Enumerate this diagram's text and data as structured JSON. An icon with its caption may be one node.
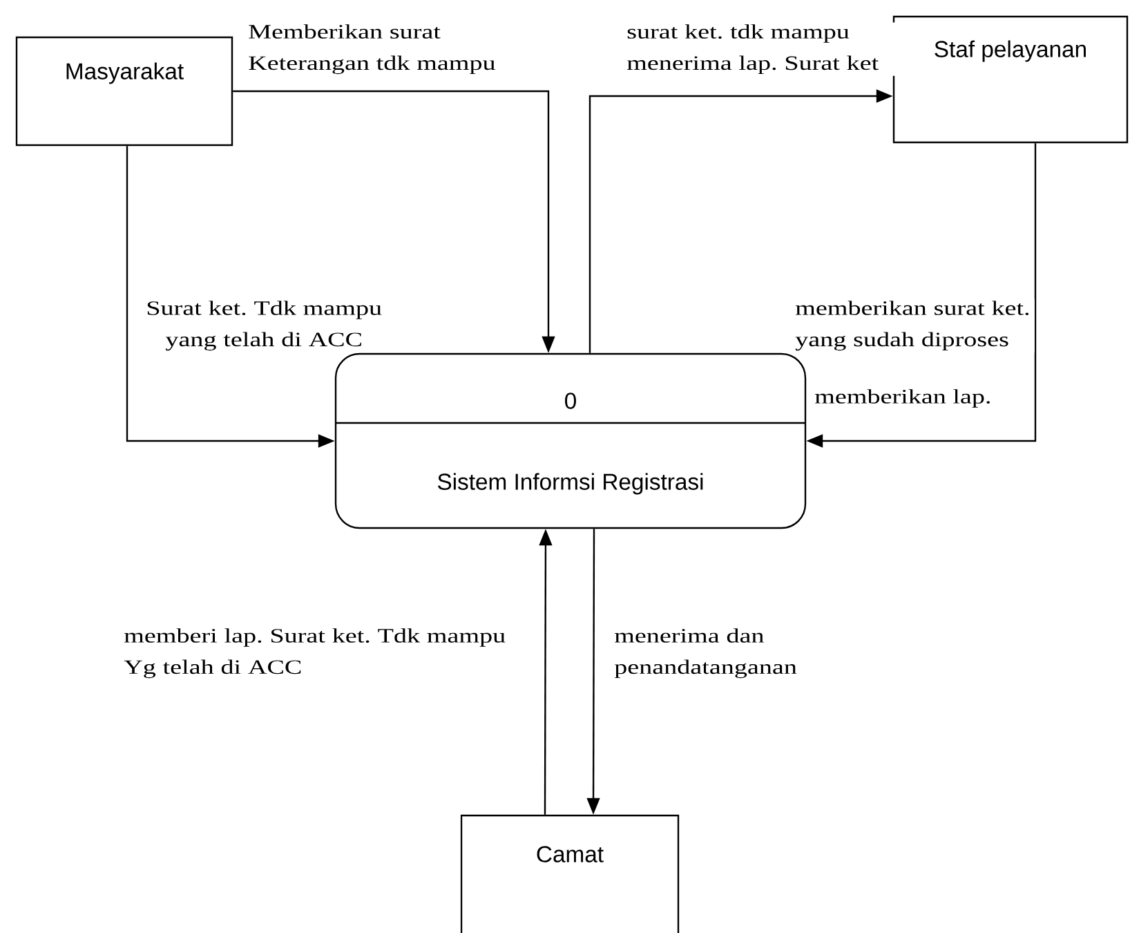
{
  "diagram": {
    "nodes": [
      {
        "text": [
          "Masyarakat"
        ]
      },
      {
        "text": [
          "Staf pelayanan"
        ]
      },
      {
        "text": [
          "0",
          "Sistem Informsi Registrasi"
        ]
      },
      {
        "text": [
          "Camat"
        ]
      }
    ],
    "edges": [
      {
        "from": 0,
        "to": 2,
        "arrow": "to",
        "label": "Memberikan surat Keterangan tdk mampu"
      },
      {
        "from": 0,
        "to": 2,
        "arrow": "to",
        "label": "Surat ket. Tdk mampu yang telah di ACC"
      },
      {
        "from": 2,
        "to": 1,
        "arrow": "to",
        "label": "surat ket. tdk mampu menerima lap. Surat ket"
      },
      {
        "from": 1,
        "to": 2,
        "arrow": "to",
        "label": "memberikan surat ket. yang sudah  diproses"
      },
      {
        "from": 3,
        "to": 2,
        "arrow": "to",
        "label": "memberi lap. Surat ket. Tdk mampu Yg telah di ACC"
      },
      {
        "from": 2,
        "to": 3,
        "arrow": "to",
        "label": "menerima dan penandatanganan"
      }
    ],
    "labels": [
      "memberikan lap."
    ]
  }
}
